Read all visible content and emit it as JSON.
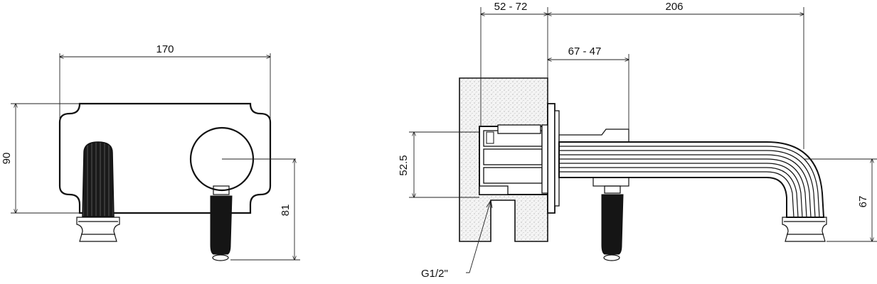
{
  "front_view": {
    "dim_width": "170",
    "dim_height": "90",
    "dim_lever_height": "81"
  },
  "side_view": {
    "dim_wall_depth": "52 - 72",
    "dim_spout_reach": "206",
    "dim_adjust": "67 - 47",
    "dim_inlet_height": "52.5",
    "dim_spout_height": "67",
    "inlet_label": "G1/2\""
  }
}
